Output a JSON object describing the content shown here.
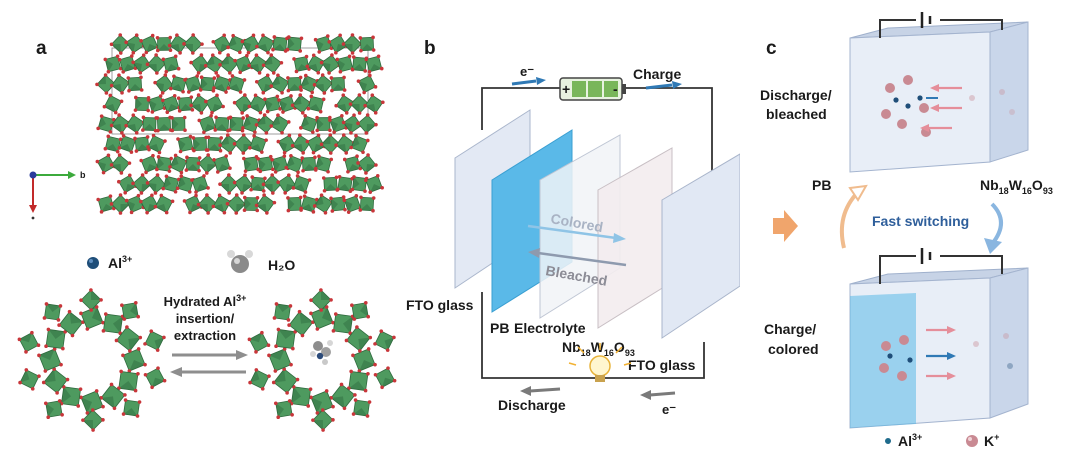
{
  "panel_a": {
    "letter": "a",
    "axis_b": "b",
    "legend_al_base": "Al",
    "legend_al_sup": "3+",
    "legend_h2o": "H₂O",
    "arrow_line1": "Hydrated Al",
    "arrow_line1_sup": "3+",
    "arrow_line2": "insertion/",
    "arrow_line3": "extraction"
  },
  "panel_b": {
    "letter": "b",
    "electron_top": "e⁻",
    "charge": "Charge",
    "battery_plus": "+",
    "battery_minus": "-",
    "colored": "Colored",
    "bleached": "Bleached",
    "fto_left": "FTO glass",
    "pb": "PB",
    "electrolyte": "Electrolyte",
    "nbw_nb": "Nb",
    "nbw_18": "18",
    "nbw_w": "W",
    "nbw_16": "16",
    "nbw_o": "O",
    "nbw_93": "93",
    "fto_right": "FTO glass",
    "discharge": "Discharge",
    "electron_bottom": "e⁻"
  },
  "panel_c": {
    "letter": "c",
    "discharge_line1": "Discharge/",
    "discharge_line2": "bleached",
    "pb": "PB",
    "nbw_nb": "Nb",
    "nbw_18": "18",
    "nbw_w": "W",
    "nbw_16": "16",
    "nbw_o": "O",
    "nbw_93": "93",
    "fast": "Fast switching",
    "charge_line1": "Charge/",
    "charge_line2": "colored",
    "legend_al_base": "Al",
    "legend_al_sup": "3+",
    "legend_k_base": "K",
    "legend_k_sup": "+"
  },
  "colors": {
    "octahedron_green": "#4e9a5f",
    "octahedron_dark": "#2f6b3e",
    "oxygen_red": "#c8363a",
    "al_ion": "#1f4e79",
    "k_ion": "#c98a93",
    "glass": "#dfe7f3",
    "pb_blue": "#5ab9e8",
    "arrow_blue": "#2f79b5",
    "arrow_pink": "#e58e9a",
    "arrow_orange": "#f0a56c"
  }
}
